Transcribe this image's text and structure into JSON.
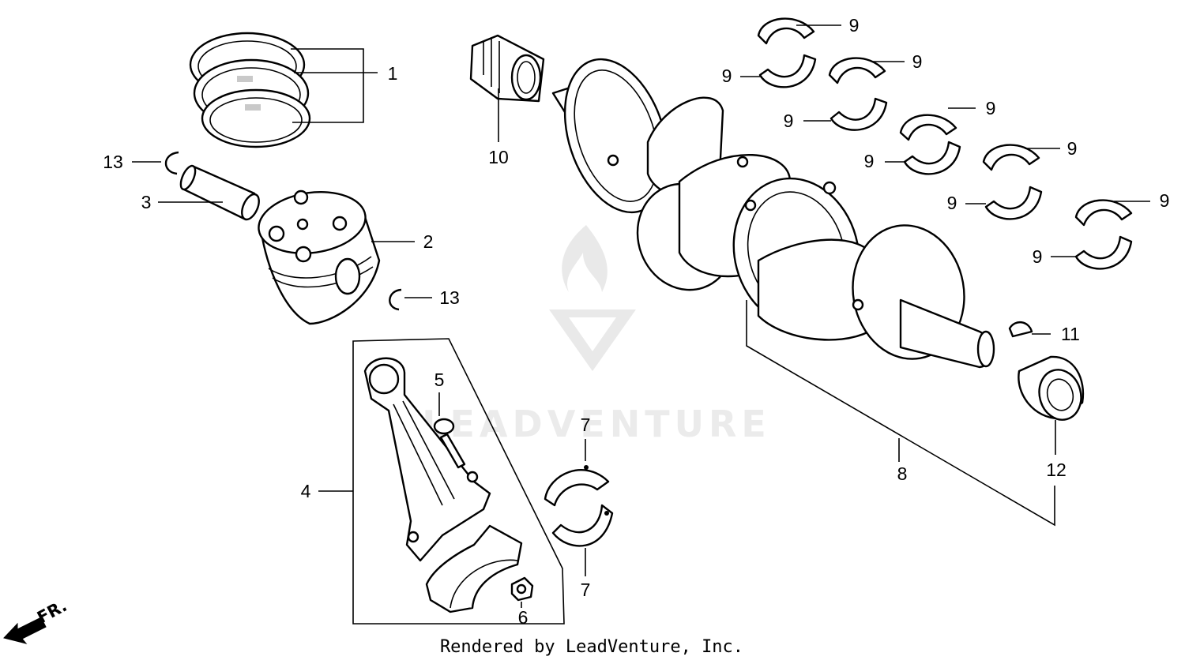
{
  "watermark": {
    "text": "LEADVENTURE"
  },
  "credit": "Rendered by LeadVenture, Inc.",
  "direction_marker": "FR.",
  "callouts": [
    {
      "id": "c1",
      "label": "1"
    },
    {
      "id": "c2",
      "label": "2"
    },
    {
      "id": "c3",
      "label": "3"
    },
    {
      "id": "c4",
      "label": "4"
    },
    {
      "id": "c5",
      "label": "5"
    },
    {
      "id": "c6",
      "label": "6"
    },
    {
      "id": "c7a",
      "label": "7"
    },
    {
      "id": "c7b",
      "label": "7"
    },
    {
      "id": "c8",
      "label": "8"
    },
    {
      "id": "c9a",
      "label": "9"
    },
    {
      "id": "c9b",
      "label": "9"
    },
    {
      "id": "c9c",
      "label": "9"
    },
    {
      "id": "c9d",
      "label": "9"
    },
    {
      "id": "c9e",
      "label": "9"
    },
    {
      "id": "c9f",
      "label": "9"
    },
    {
      "id": "c9g",
      "label": "9"
    },
    {
      "id": "c9h",
      "label": "9"
    },
    {
      "id": "c9i",
      "label": "9"
    },
    {
      "id": "c9j",
      "label": "9"
    },
    {
      "id": "c10",
      "label": "10"
    },
    {
      "id": "c11",
      "label": "11"
    },
    {
      "id": "c12",
      "label": "12"
    },
    {
      "id": "c13a",
      "label": "13"
    },
    {
      "id": "c13b",
      "label": "13"
    }
  ]
}
